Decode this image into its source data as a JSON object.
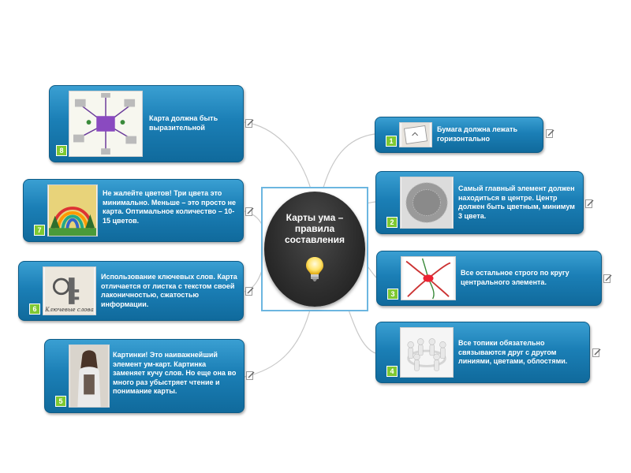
{
  "center": {
    "title": "Карты ума –\nправила\nсоставления"
  },
  "topics": [
    {
      "num": "1",
      "text": "Бумага должна лежать горизонтально"
    },
    {
      "num": "2",
      "text": "Самый главный элемент должен находиться в центре. Центр должен быть цветным, минимум 3 цвета."
    },
    {
      "num": "3",
      "text": "Все остальное строго по кругу центрального элемента."
    },
    {
      "num": "4",
      "text": "Все топики обязательно связываются друг с другом линиями, цветами, облостями."
    },
    {
      "num": "5",
      "text": "Картинки! Это наиважнейший элемент ум-карт. Картинка заменяет кучу слов. Но еще она во много раз убыстряет чтение и понимание карты."
    },
    {
      "num": "6",
      "text": "Использование ключевых слов. Карта отличается от листка с текстом своей лаконичностью, сжатостью информации."
    },
    {
      "num": "7",
      "text": "Не жалейте цветов! Три цвета это минимально. Меньше – это просто не карта. Оптимальное количество – 10-15 цветов."
    },
    {
      "num": "8",
      "text": "Карта должна быть выразительной"
    }
  ],
  "thumbs": {
    "keywords_caption": "Ключевые слова"
  },
  "colors": {
    "topic": "#1b7fb6",
    "number_badge": "#7ec832",
    "center": "#2c2c2c",
    "frame": "#6cb6e0"
  },
  "icons": [
    "lightbulb-icon",
    "note-edit-icon"
  ]
}
